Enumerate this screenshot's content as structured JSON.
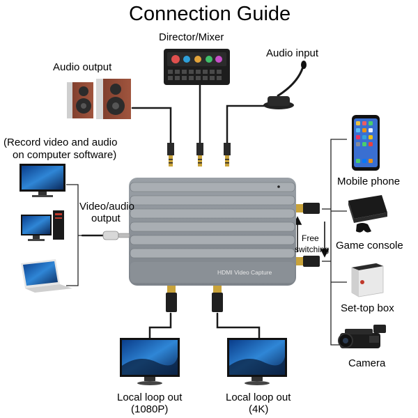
{
  "title": "Connection Guide",
  "labels": {
    "director_mixer": "Director/Mixer",
    "audio_output": "Audio output",
    "audio_input": "Audio input",
    "record_line1": "(Record video and audio",
    "record_line2": "on computer software)",
    "video_audio_output_line1": "Video/audio",
    "video_audio_output_line2": "output",
    "free_switching_line1": "Free",
    "free_switching_line2": "switching",
    "mobile_phone": "Mobile phone",
    "game_console": "Game console",
    "set_top_box": "Set-top box",
    "camera": "Camera",
    "loop_1080_line1": "Local loop out",
    "loop_1080_line2": "(1080P)",
    "loop_4k_line1": "Local loop out",
    "loop_4k_line2": "(4K)",
    "device_name": "HDMI Video Capture"
  },
  "colors": {
    "device_body": "#8c9197",
    "device_fin": "#a3a8ad",
    "cable": "#1a1a1a",
    "plug_gold": "#c9a33a"
  },
  "icons": [
    "mixer-icon",
    "speakers-icon",
    "microphone-icon",
    "desktop-monitor-icon",
    "desktop-pc-icon",
    "laptop-icon",
    "mobile-phone-icon",
    "game-console-icon",
    "set-top-box-icon",
    "camcorder-icon",
    "monitor-1080p-icon",
    "monitor-4k-icon"
  ]
}
